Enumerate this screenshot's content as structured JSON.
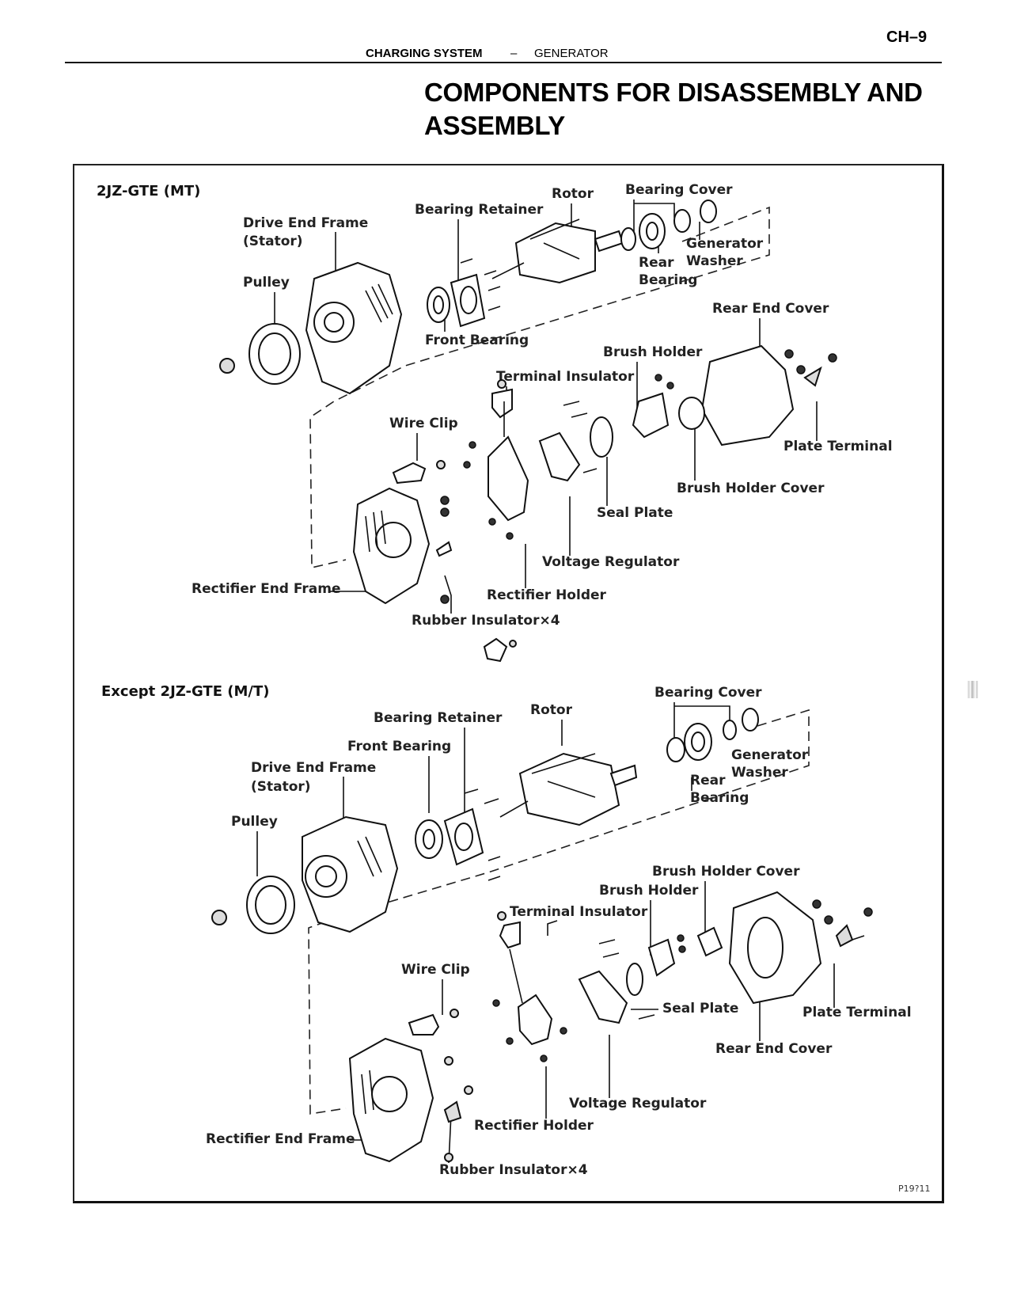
{
  "header": {
    "page_number": "CH–9",
    "section": "CHARGING SYSTEM",
    "separator": "–",
    "subsection": "GENERATOR"
  },
  "title": "COMPONENTS FOR DISASSEMBLY AND ASSEMBLY",
  "figure": {
    "code": "P19?11",
    "diagrams": [
      {
        "heading": "2JZ-GTE (MT)",
        "labels": {
          "drive_end_frame": "Drive End Frame",
          "stator": "(Stator)",
          "pulley": "Pulley",
          "bearing_retainer": "Bearing Retainer",
          "rotor": "Rotor",
          "bearing_cover": "Bearing Cover",
          "generator": "Generator",
          "washer": "Washer",
          "rear": "Rear",
          "bearing": "Bearing",
          "front_bearing": "Front Bearing",
          "rear_end_cover": "Rear End Cover",
          "brush_holder": "Brush Holder",
          "terminal_insulator": "Terminal Insulator",
          "wire_clip": "Wire Clip",
          "plate_terminal": "Plate Terminal",
          "brush_holder_cover": "Brush Holder Cover",
          "seal_plate": "Seal Plate",
          "voltage_regulator": "Voltage Regulator",
          "rectifier_end_frame": "Rectifier End Frame",
          "rectifier_holder": "Rectifier Holder",
          "rubber_insulator": "Rubber Insulator×4"
        }
      },
      {
        "heading": "Except 2JZ-GTE (M/T)",
        "labels": {
          "bearing_retainer": "Bearing Retainer",
          "rotor": "Rotor",
          "bearing_cover": "Bearing Cover",
          "front_bearing": "Front Bearing",
          "drive_end_frame": "Drive End Frame",
          "stator": "(Stator)",
          "generator": "Generator",
          "washer": "Washer",
          "rear": "Rear",
          "bearing": "Bearing",
          "pulley": "Pulley",
          "brush_holder_cover": "Brush Holder Cover",
          "brush_holder": "Brush Holder",
          "terminal_insulator": "Terminal Insulator",
          "wire_clip": "Wire Clip",
          "seal_plate": "Seal Plate",
          "plate_terminal": "Plate Terminal",
          "rear_end_cover": "Rear End Cover",
          "voltage_regulator": "Voltage Regulator",
          "rectifier_holder": "Rectifier Holder",
          "rectifier_end_frame": "Rectifier End Frame",
          "rubber_insulator": "Rubber Insulator×4"
        }
      }
    ]
  }
}
